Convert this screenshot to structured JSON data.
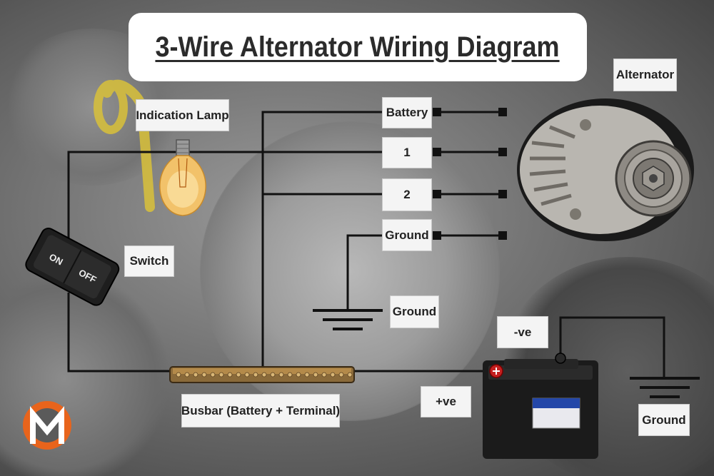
{
  "title": "3-Wire Alternator Wiring Diagram",
  "labels": {
    "indication_lamp": "Indication Lamp",
    "switch": "Switch",
    "alternator": "Alternator",
    "battery_terminal": "Battery",
    "terminal_1": "1",
    "terminal_2": "2",
    "ground_terminal": "Ground",
    "ground_symbol_label": "Ground",
    "negative": "-ve",
    "positive": "+ve",
    "battery_ground_label": "Ground",
    "busbar": "Busbar (Battery + Terminal)"
  },
  "switch_text": {
    "on": "ON",
    "off": "OFF"
  },
  "colors": {
    "wire": "#111111",
    "label_bg": "#f4f4f4",
    "logo_orange": "#e8641c"
  }
}
